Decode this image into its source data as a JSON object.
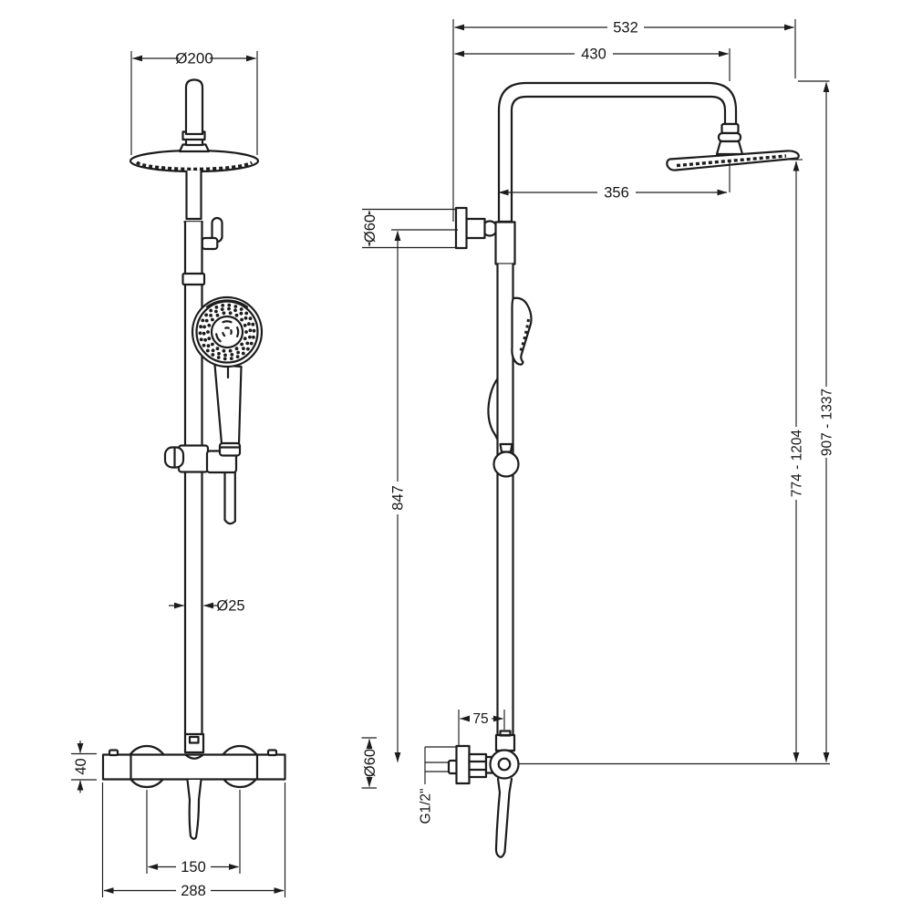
{
  "drawing": {
    "title": "shower-column-dimension-drawing",
    "background": "#ffffff",
    "line_color": "#1c1c1c",
    "views": {
      "front": {
        "name": "front-elevation",
        "dims": {
          "head_diameter": "Ø200",
          "riser_diameter": "Ø25",
          "valve_height": "40",
          "handle_centres": "150",
          "valve_width": "288"
        }
      },
      "side": {
        "name": "side-elevation",
        "dims": {
          "overall_reach": "532",
          "wall_to_head": "430",
          "riser_to_head": "356",
          "bracket_diameter": "Ø60",
          "bracket_to_valve": "847",
          "wall_to_riser": "75",
          "valve_flange_diameter": "Ø60",
          "inlet_thread": "G1/2\"",
          "head_to_valve_range": "774 - 1204",
          "overall_height_range": "907 - 1337"
        }
      }
    }
  }
}
